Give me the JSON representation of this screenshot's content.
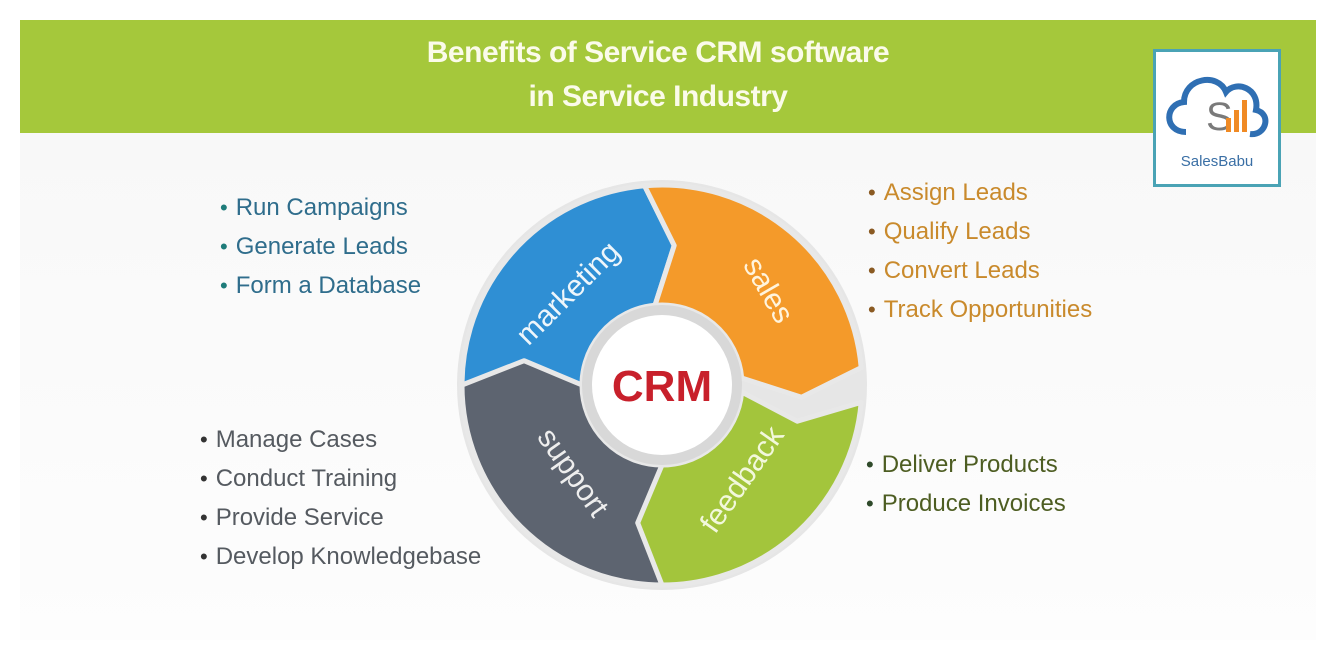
{
  "header": {
    "title_line1": "Benefits of Service CRM software",
    "title_line2": "in Service Industry"
  },
  "logo": {
    "text": "SalesBabu"
  },
  "center": {
    "label": "CRM",
    "color": "#c8202b"
  },
  "segments": [
    {
      "label": "marketing",
      "color": "#2f8fd4"
    },
    {
      "label": "sales",
      "color": "#f49a2a"
    },
    {
      "label": "feedback",
      "color": "#a3c53c"
    },
    {
      "label": "support",
      "color": "#5d6470"
    }
  ],
  "lists": {
    "marketing": [
      "Run Campaigns",
      "Generate Leads",
      "Form a Database"
    ],
    "sales": [
      "Assign Leads",
      "Qualify Leads",
      "Convert Leads",
      "Track Opportunities"
    ],
    "support": [
      "Manage Cases",
      "Conduct Training",
      "Provide Service",
      "Develop Knowledgebase"
    ],
    "feedback": [
      "Deliver Products",
      "Produce Invoices"
    ]
  }
}
